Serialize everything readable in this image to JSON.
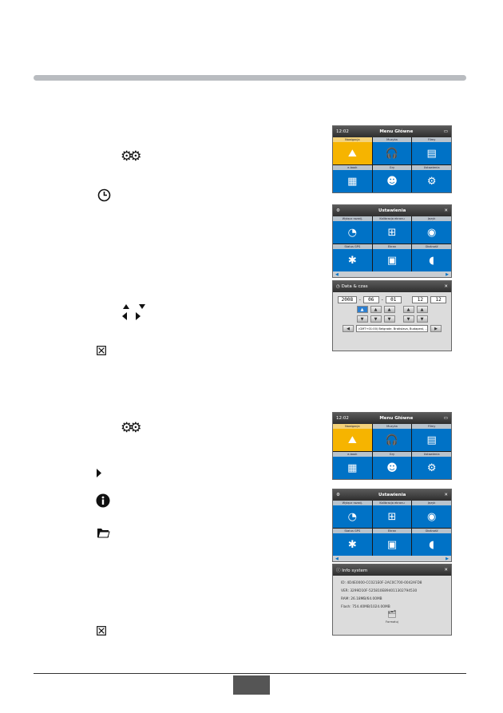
{
  "menu": {
    "time": "12:02",
    "title": "Menu Główne",
    "tiles": [
      "Nawigacja",
      "Muzyka",
      "Filmy",
      "E-book",
      "Ustawienia"
    ],
    "tiles_full": [
      "Nawigacja",
      "Muzyka",
      "Filmy",
      "e-book",
      "Gry",
      "Ustawienia"
    ]
  },
  "settings": {
    "title": "Ustawienia",
    "tiles": [
      "Wyłącz rozwij.",
      "Kalibracja ekranu",
      "Język",
      "Status GPS",
      "Ekran",
      "Głośność"
    ]
  },
  "datetime": {
    "title": "Data & czas",
    "year": "2008",
    "month": "06",
    "day": "01",
    "hour": "12",
    "minute": "12",
    "city": "(GMT+01:00) Belgrade, Bratislava, Budapest, ..."
  },
  "sysinfo": {
    "title": "Info system",
    "id": "ID: 4D4E0000-CC021E0F-2AC0C700-0042AFD8",
    "ver": "VER: 3299D10F-525810E894011302794530",
    "ram": "RAM: 26.18MB/64.00MB",
    "flash": "Flash: 754.40MB/1024.00MB",
    "button_label": "Formatuj"
  }
}
